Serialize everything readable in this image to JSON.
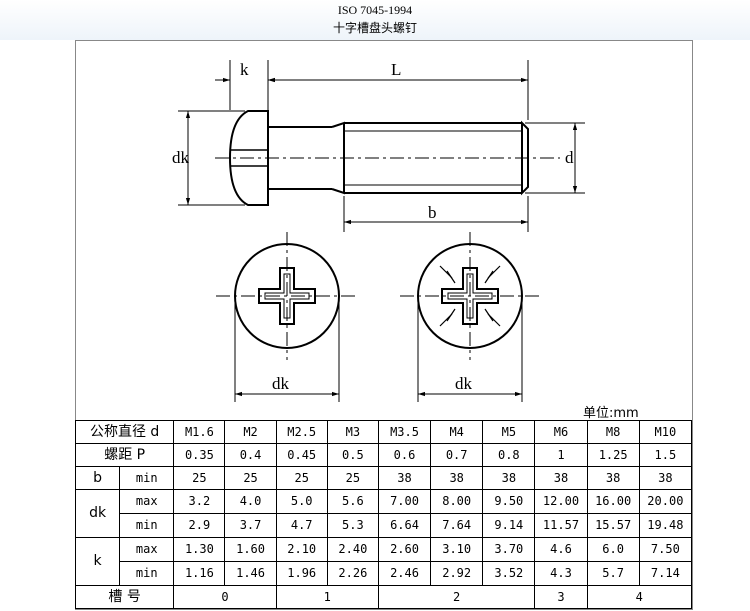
{
  "header": {
    "standard": "ISO 7045-1994",
    "title": "十字槽盘头螺钉"
  },
  "drawing": {
    "dim_k": "k",
    "dim_L": "L",
    "dim_dk_side": "dk",
    "dim_d": "d",
    "dim_b": "b",
    "dim_dk_h": "dk",
    "dim_dk_z": "dk"
  },
  "unit": "单位:mm",
  "table": {
    "row_d": {
      "label": "公称直径 d",
      "values": [
        "M1.6",
        "M2",
        "M2.5",
        "M3",
        "M3.5",
        "M4",
        "M5",
        "M6",
        "M8",
        "M10"
      ]
    },
    "row_p": {
      "label": "螺距  P",
      "values": [
        "0.35",
        "0.4",
        "0.45",
        "0.5",
        "0.6",
        "0.7",
        "0.8",
        "1",
        "1.25",
        "1.5"
      ]
    },
    "row_b": {
      "label": "b",
      "sub": "min",
      "values": [
        "25",
        "25",
        "25",
        "25",
        "38",
        "38",
        "38",
        "38",
        "38",
        "38"
      ]
    },
    "row_dk": {
      "label": "dk",
      "max_label": "max",
      "min_label": "min",
      "max": [
        "3.2",
        "4.0",
        "5.0",
        "5.6",
        "7.00",
        "8.00",
        "9.50",
        "12.00",
        "16.00",
        "20.00"
      ],
      "min": [
        "2.9",
        "3.7",
        "4.7",
        "5.3",
        "6.64",
        "7.64",
        "9.14",
        "11.57",
        "15.57",
        "19.48"
      ]
    },
    "row_k": {
      "label": "k",
      "max_label": "max",
      "min_label": "min",
      "max": [
        "1.30",
        "1.60",
        "2.10",
        "2.40",
        "2.60",
        "3.10",
        "3.70",
        "4.6",
        "6.0",
        "7.50"
      ],
      "min": [
        "1.16",
        "1.46",
        "1.96",
        "2.26",
        "2.46",
        "2.92",
        "3.52",
        "4.3",
        "5.7",
        "7.14"
      ]
    },
    "row_slot": {
      "label": "槽    号",
      "values": [
        "0",
        "1",
        "2",
        "3",
        "4"
      ]
    }
  }
}
